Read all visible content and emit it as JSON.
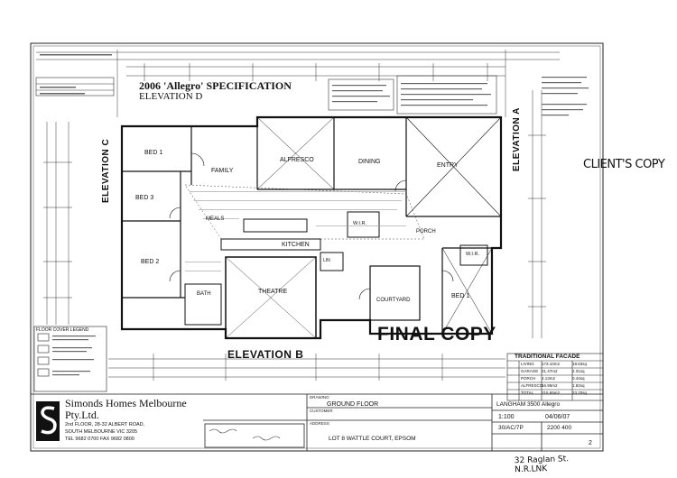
{
  "header": {
    "title": "2006 'Allegro' SPECIFICATION",
    "subtitle": "ELEVATION D"
  },
  "stamps": {
    "clients_copy": "CLIENT'S COPY",
    "final_copy": "FINAL COPY",
    "handwritten_note": "32 Raglan St. N.R.LNK"
  },
  "elevations": {
    "a": "ELEVATION A",
    "b": "ELEVATION B",
    "c": "ELEVATION C"
  },
  "rooms": {
    "bed1_top": "BED 1",
    "family": "FAMILY",
    "alfresco": "ALFRESCO",
    "dining": "DINING",
    "entry": "ENTRY",
    "bed3": "BED 3",
    "bed2": "BED 2",
    "meals": "MEALS",
    "kitchen": "KITCHEN",
    "theatre": "THEATRE",
    "bath": "BATH",
    "wir_mid": "W.I.R.",
    "wir_right": "W.I.R.",
    "porch": "PORCH",
    "courtyard": "COURTYARD",
    "bed1_right": "BED 1",
    "linen": "LIN"
  },
  "legend": {
    "title": "FLOOR COVER LEGEND"
  },
  "facade_table": {
    "title": "TRADITIONAL FACADE",
    "rows": [
      [
        "LIVING",
        "173.10m2",
        "18.63sq"
      ],
      [
        "GARAGE",
        "21.47m2",
        "2.31sq"
      ],
      [
        "PORCH",
        "4.13m2",
        "0.44sq"
      ],
      [
        "ALFRESCO",
        "16.95m2",
        "1.82sq"
      ],
      [
        "TOTAL",
        "215.65m2",
        "23.20sq"
      ]
    ]
  },
  "title_block": {
    "company_name": "Simonds Homes Melbourne Pty.Ltd.",
    "address_1": "2nd FLOOR, 28-32 ALBERT ROAD,",
    "address_2": "SOUTH MELBOURNE VIC 3205",
    "phone": "TEL 9682 0700  FAX 9682 0800",
    "drawing_label": "DRAWING",
    "drawing": "GROUND FLOOR",
    "customer_label": "CUSTOMER",
    "address_label": "ADDRESS",
    "address": "LOT 8 WATTLE COURT, EPSOM",
    "house_type": "LANGHAM 3500 Allegro",
    "scale": "1:100",
    "date": "04/06/07",
    "job_no": "30/AC/7P",
    "sheet_no": "2200 400",
    "sheet": "2"
  }
}
